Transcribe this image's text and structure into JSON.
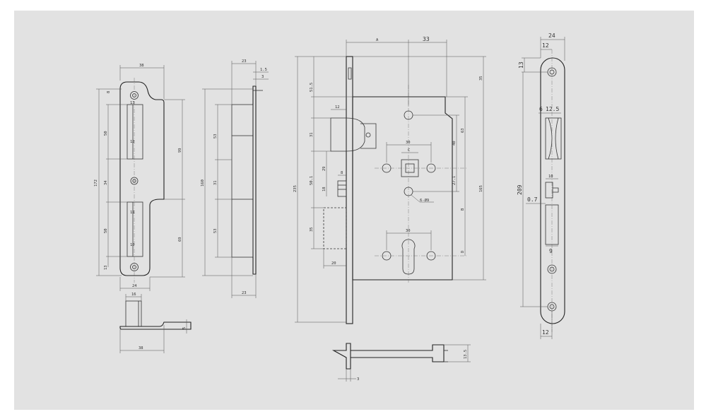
{
  "colors": {
    "background": "#ffffff",
    "sheet": "#e2e2e2",
    "line": "#333333"
  },
  "views": {
    "strike_plate": {
      "top_width": "38",
      "offset_top": "8",
      "overall_height": "172",
      "upper_length": "99",
      "lower_length": "69",
      "upper_window": "50",
      "middle": "34",
      "lower_window": "50",
      "bottom_offset": "13",
      "window_top_width": "13",
      "window_inner": "12",
      "window_lower_width": "11",
      "window_lower_inner": "10",
      "bottom_width": "24",
      "keeper_width": "16",
      "keeper_base": "38",
      "keeper_thickness": "5"
    },
    "side_profile": {
      "top_width": "23",
      "plate_thickness": "1.5",
      "lip": "3",
      "overall_height": "160",
      "upper_cut": "53",
      "middle": "31",
      "lower_cut": "53",
      "bottom_width": "23"
    },
    "lock_body": {
      "backset_label": "A",
      "backset": "33",
      "overall_height": "235",
      "top_offset": "51.5",
      "latch_width": "12",
      "latch_height": "31",
      "center_to_follower": "29",
      "deadbolt_small": "8",
      "follower_offset": "50.1",
      "small_offset": "18",
      "bolt_height": "35",
      "bolt_projection": "20",
      "follower_spacing": "30",
      "square_label": "C",
      "screw_spacing": "30",
      "screw_hole_label": "6-Ø9",
      "right_top": "35",
      "right_a": "63",
      "right_b": "40",
      "right_c": "27.1",
      "right_height": "165",
      "label_b": "B",
      "label_d": "D"
    },
    "bolt_detail": {
      "thickness": "3",
      "height": "13.5"
    },
    "faceplate": {
      "width": "24",
      "hole_offset": "12",
      "top_offset": "13",
      "latch_dims": "6",
      "latch_dims_b": "12.5",
      "overall_height": "209",
      "small_width": "10",
      "gap": "0.7",
      "bolt_width": "9",
      "bottom_offset": "12"
    }
  }
}
